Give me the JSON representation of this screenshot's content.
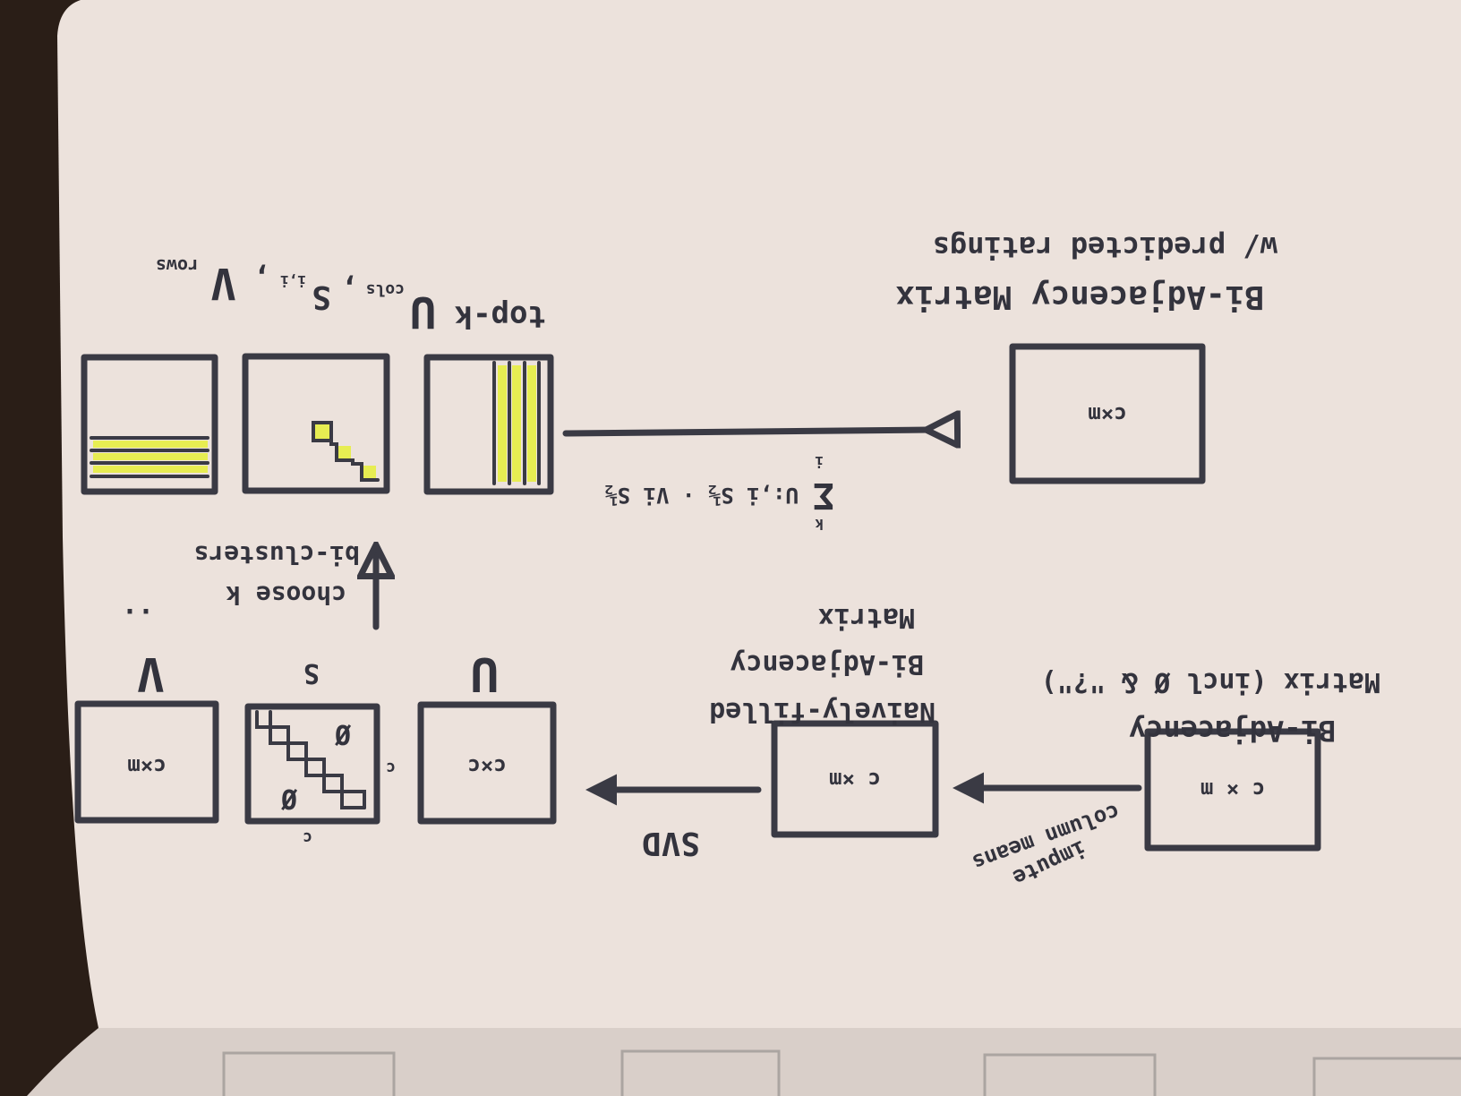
{
  "flipped": true,
  "colors": {
    "paper": "#ece2dc",
    "ink": "#3a3a44",
    "highlight": "#e6ef3a",
    "background": "#2a1e17"
  },
  "boxes": {
    "original_matrix": "c × m",
    "filled_matrix": "c ×m",
    "u_matrix": "c×c",
    "v_matrix": "c×m",
    "result_matrix": "c×m"
  },
  "labels": {
    "original_title_1": "Bi-Adjacency",
    "original_title_2": "Matrix  (incl Ø & \"?\")",
    "naive_title_1": "Naively-filled",
    "naive_title_2": "Bi-Adjacency",
    "naive_title_3": "Matrix",
    "impute_1": "impute",
    "impute_2": "column means",
    "svd": "SVD",
    "u_label": "U",
    "s_label": "S",
    "v_label": "V",
    "dots": "..",
    "s_top_c": "c",
    "s_side_c": "c",
    "zero_1": "Ø",
    "zero_2": "Ø",
    "choose_1": "choose  k",
    "choose_2": "bi-clusters",
    "topk_1": "top-k",
    "topk_U": "U",
    "topk_cols": "cols",
    "topk_S": "S",
    "topk_sub": "i,i",
    "topk_comma1": ",",
    "topk_comma2": ",",
    "topk_V": "V",
    "topk_rows": "rows",
    "sum_sym": "Σ",
    "sum_upper": "k",
    "sum_lower": "i",
    "sum_expr": "U:,i S½ · Vi S½",
    "result_title_1": "Bi-Adjacency  Matrix",
    "result_title_2": "w/ predicted ratings"
  }
}
